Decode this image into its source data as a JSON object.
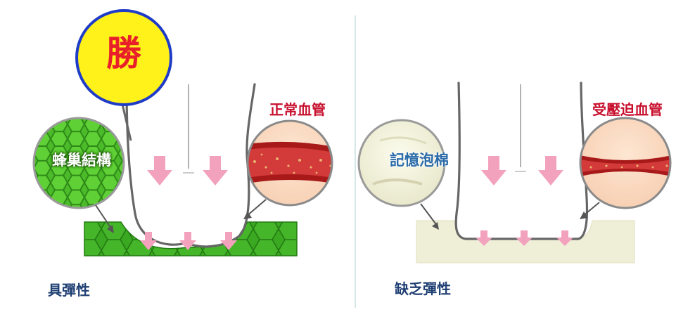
{
  "win_badge": {
    "text": "勝"
  },
  "left_panel": {
    "circle_label": "蜂巢結構",
    "vessel_label": "正常血管",
    "caption": "具彈性"
  },
  "right_panel": {
    "circle_label": "記憶泡棉",
    "vessel_label": "受壓迫血管",
    "caption": "缺乏彈性"
  },
  "colors": {
    "green": "#3aa820",
    "foam": "#efeed6",
    "arrow": "#f2a2bc",
    "vessel_red": "#a81919",
    "outline": "#5d5d5d",
    "badge_fill": "#fff21a",
    "badge_stroke": "#1f3cc8"
  }
}
